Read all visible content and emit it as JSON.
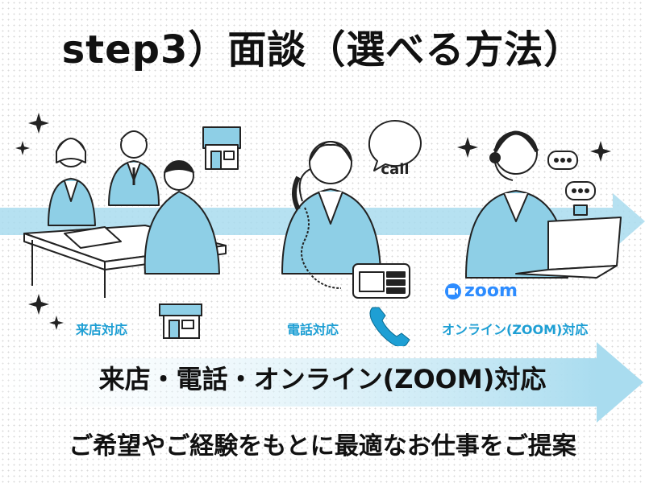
{
  "title": "step3）面談（選べる方法）",
  "methods": [
    {
      "label": "来店対応",
      "icon": "shop-icon"
    },
    {
      "label": "電話対応",
      "icon": "phone-icon"
    },
    {
      "label": "オンライン(ZOOM)対応",
      "icon": "laptop-icon"
    }
  ],
  "speech_bubble": "call",
  "zoom_logo": "zoom",
  "banner": "来店・電話・オンライン(ZOOM)対応",
  "footer": "ご希望やご経験をもとに最適なお仕事をご提案",
  "colors": {
    "accent": "#1e9fd4",
    "arrow": "#a9dcef",
    "suit": "#8ecfe6",
    "zoom": "#2d8cff"
  }
}
